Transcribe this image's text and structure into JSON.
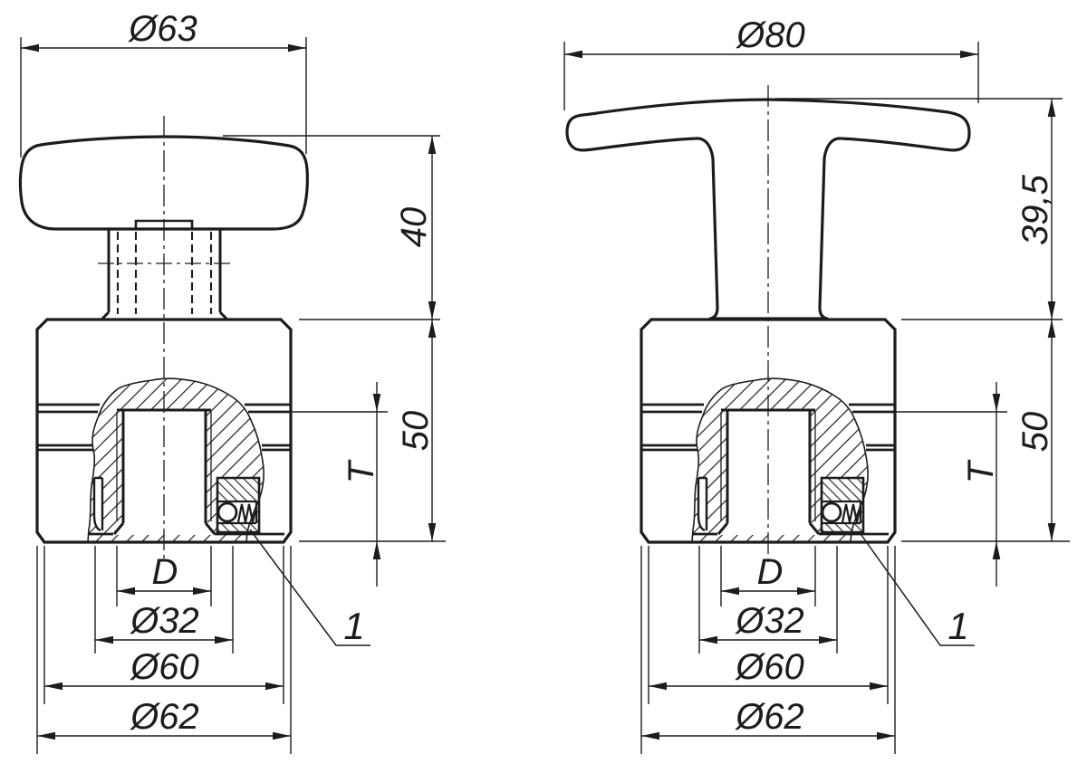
{
  "colors": {
    "ink": "#1c1c1c",
    "paper": "#ffffff"
  },
  "views": {
    "left": {
      "dims": {
        "head_diameter": "Ø63",
        "grip_height": "40",
        "body_height": "50",
        "thread_depth": "T",
        "thread_diameter": "D",
        "recess_diameter": "Ø32",
        "face_diameter": "Ø60",
        "body_diameter": "Ø62"
      },
      "callout": "1"
    },
    "right": {
      "dims": {
        "head_diameter": "Ø80",
        "grip_height": "39,5",
        "body_height": "50",
        "thread_depth": "T",
        "thread_diameter": "D",
        "recess_diameter": "Ø32",
        "face_diameter": "Ø60",
        "body_diameter": "Ø62"
      },
      "callout": "1"
    }
  }
}
